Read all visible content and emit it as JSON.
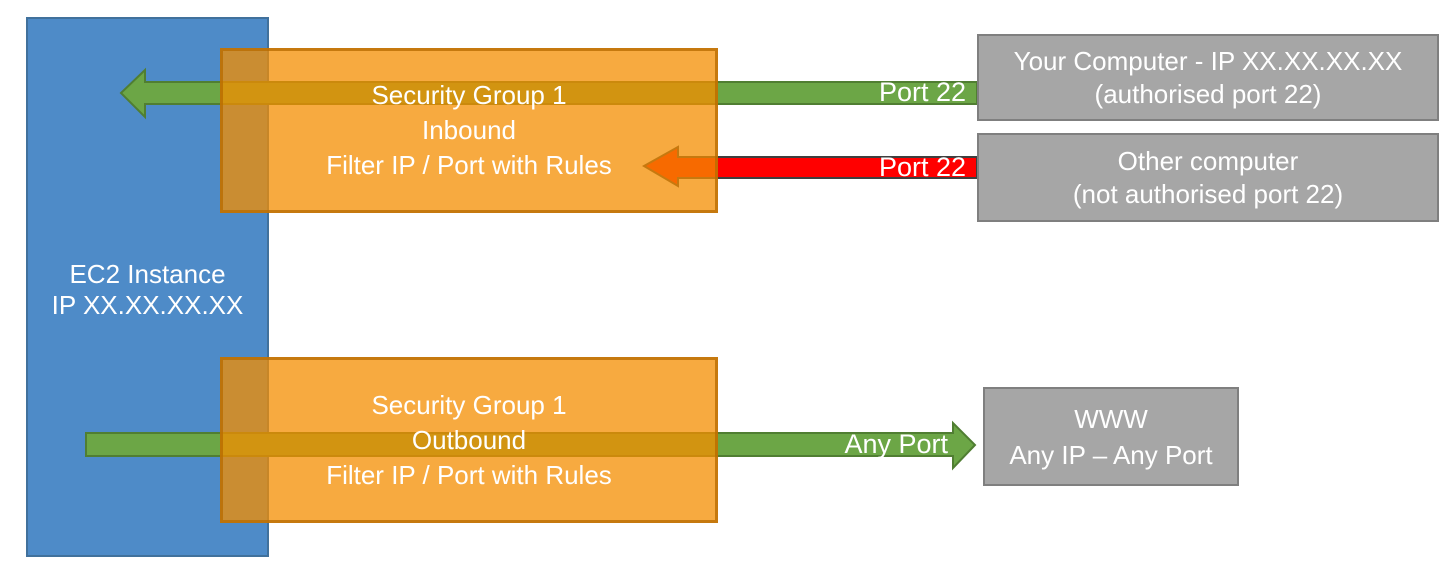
{
  "nodes": {
    "ec2_instance": {
      "lines": [
        "EC2 Instance",
        "IP XX.XX.XX.XX"
      ]
    },
    "security_group_inbound": {
      "lines": [
        "Security Group 1",
        "Inbound",
        "Filter IP / Port with Rules"
      ]
    },
    "security_group_outbound": {
      "lines": [
        "Security Group 1",
        "Outbound",
        "Filter IP / Port with Rules"
      ]
    },
    "your_computer": {
      "lines": [
        "Your Computer - IP XX.XX.XX.XX",
        "(authorised port 22)"
      ]
    },
    "other_computer": {
      "lines": [
        "Other computer",
        "(not authorised port 22)"
      ]
    },
    "www": {
      "lines": [
        "WWW",
        "Any IP – Any Port"
      ]
    }
  },
  "arrows": [
    {
      "id": "inbound-allowed",
      "label": "Port 22",
      "color": "#6CA646",
      "direction": "left"
    },
    {
      "id": "inbound-denied",
      "label": "Port 22",
      "color": "#FF0000",
      "direction": "left"
    },
    {
      "id": "outbound",
      "label": "Any Port",
      "color": "#6CA646",
      "direction": "right"
    }
  ],
  "colors": {
    "ec2_box_fill": "#4E8BC8",
    "ec2_box_border": "#41719C",
    "security_group_fill": "#F48E00",
    "security_group_fill_opacity": 0.75,
    "security_group_border": "#B96C00",
    "endpoint_box_fill": "#A6A6A6",
    "endpoint_box_border": "#7F7F7F",
    "allowed_arrow_fill": "#6CA646",
    "allowed_arrow_border": "#507E32",
    "denied_arrow_fill": "#FF0000",
    "denied_arrow_border": "#3F3F3F",
    "text": "#FFFFFF"
  }
}
